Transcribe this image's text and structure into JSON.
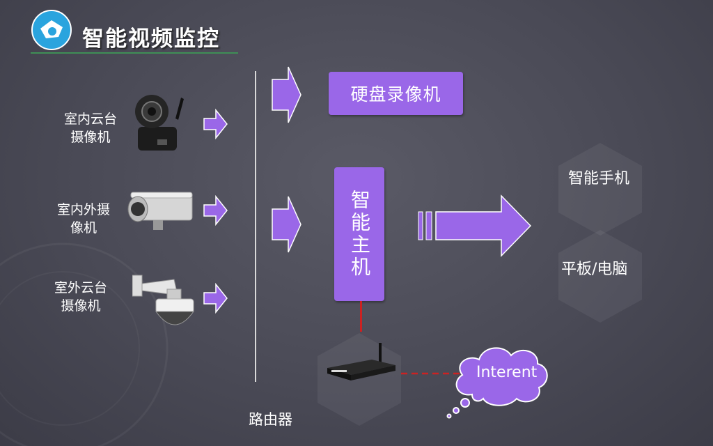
{
  "title": "智能视频监控",
  "cameras": [
    {
      "label_line1": "室内云台",
      "label_line2": "摄像机"
    },
    {
      "label_line1": "室内外摄",
      "label_line2": "像机"
    },
    {
      "label_line1": "室外云台",
      "label_line2": "摄像机"
    }
  ],
  "recorder": "硬盘录像机",
  "host": "智能主机",
  "outputs": [
    "智能手机",
    "平板/电脑"
  ],
  "router": "路由器",
  "internet": "Interent",
  "colors": {
    "accent": "#9a67e8",
    "link_red": "#cc2222",
    "rule_green": "#3f8f56"
  }
}
